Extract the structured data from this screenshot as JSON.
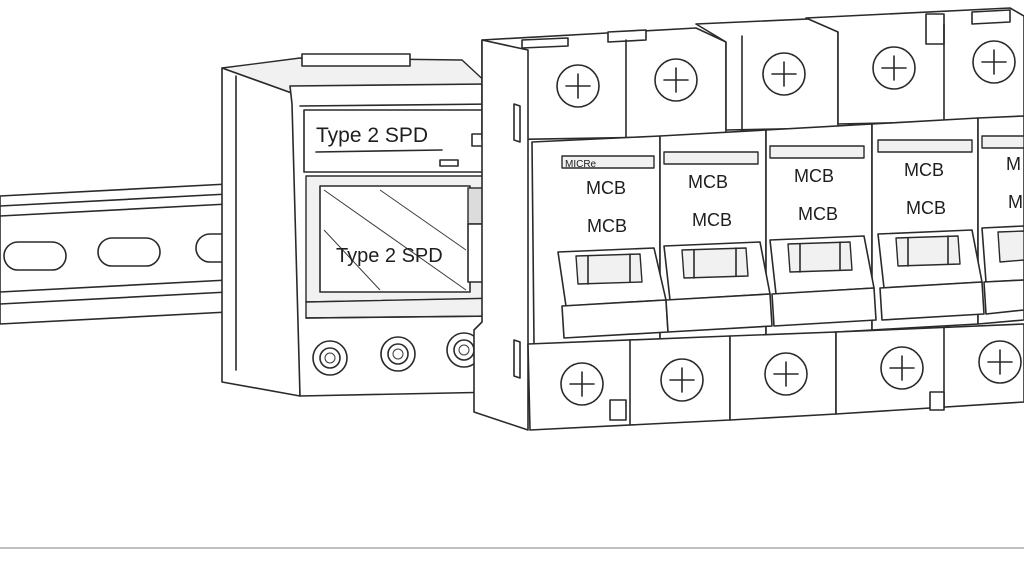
{
  "spd": {
    "label_top": "Type 2 SPD",
    "label_window": "Type 2 SPD"
  },
  "brand_mark": "MICRe",
  "breakers": [
    {
      "label_1": "MCB",
      "label_2": "MCB"
    },
    {
      "label_1": "MCB",
      "label_2": "MCB"
    },
    {
      "label_1": "MCB",
      "label_2": "MCB"
    },
    {
      "label_1": "MCB",
      "label_2": "MCB"
    },
    {
      "label_1": "M",
      "label_2": "M"
    }
  ],
  "colors": {
    "line": "#2a2a2a",
    "body_fill": "#ffffff",
    "shade": "#f1f1f1",
    "band": "#d9d9d9"
  }
}
